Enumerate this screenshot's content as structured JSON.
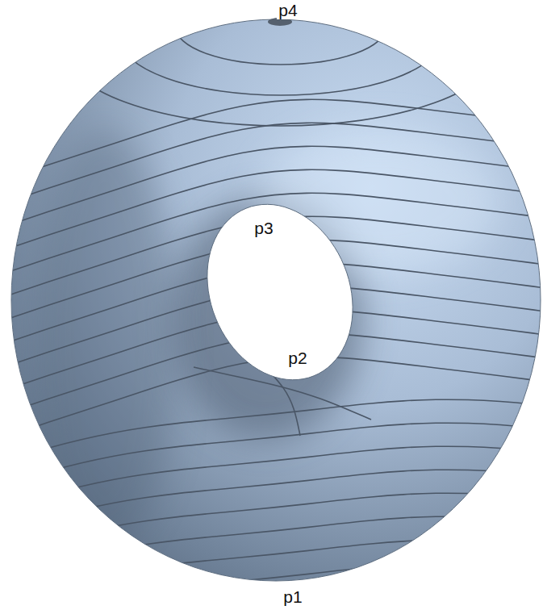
{
  "diagram": {
    "labels": [
      "p4",
      "p3",
      "p2",
      "p1"
    ]
  }
}
